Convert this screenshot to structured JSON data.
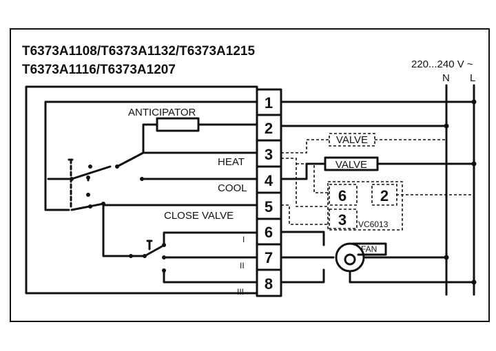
{
  "models": {
    "line1": "T6373A1108/T6373A1132/T6373A1215",
    "line2": "T6373A1116/T6373A1207"
  },
  "supply": {
    "voltage": "220...240 V ~",
    "neutral": "N",
    "live": "L"
  },
  "labels": {
    "anticipator": "ANTICIPATOR",
    "heat": "HEAT",
    "cool": "COOL",
    "close_valve": "CLOSE VALVE",
    "fan": "FAN",
    "valve_dashed": "VALVE",
    "valve_solid": "VALVE",
    "vc_model": "VC6013",
    "vc_t6": "6",
    "vc_t2": "2",
    "vc_t3": "3",
    "speed1": "I",
    "speed2": "II",
    "speed3": "III"
  },
  "terminals": [
    "1",
    "2",
    "3",
    "4",
    "5",
    "6",
    "7",
    "8"
  ]
}
